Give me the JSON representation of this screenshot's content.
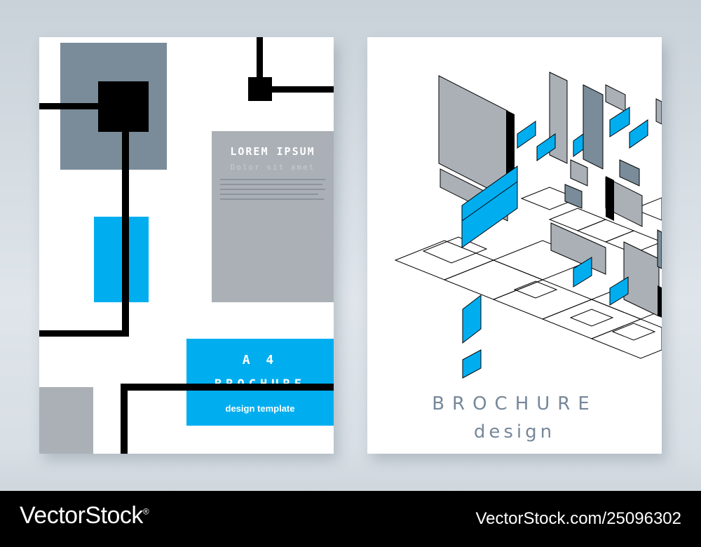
{
  "left_page": {
    "title": "LOREM IPSUM",
    "subtitle": "Dolor sit amet",
    "format": "A 4",
    "heading": "BROCHURE",
    "tagline": "design template"
  },
  "right_page": {
    "heading": "BROCHURE",
    "subheading": "design"
  },
  "footer": {
    "brand": "VectorStock",
    "brand_symbol": "®",
    "asset_id": "VectorStock.com/25096302"
  },
  "colors": {
    "accent_blue": "#00aef0",
    "slate_gray": "#7a8c99",
    "light_gray": "#aab0b6",
    "black": "#000000"
  }
}
